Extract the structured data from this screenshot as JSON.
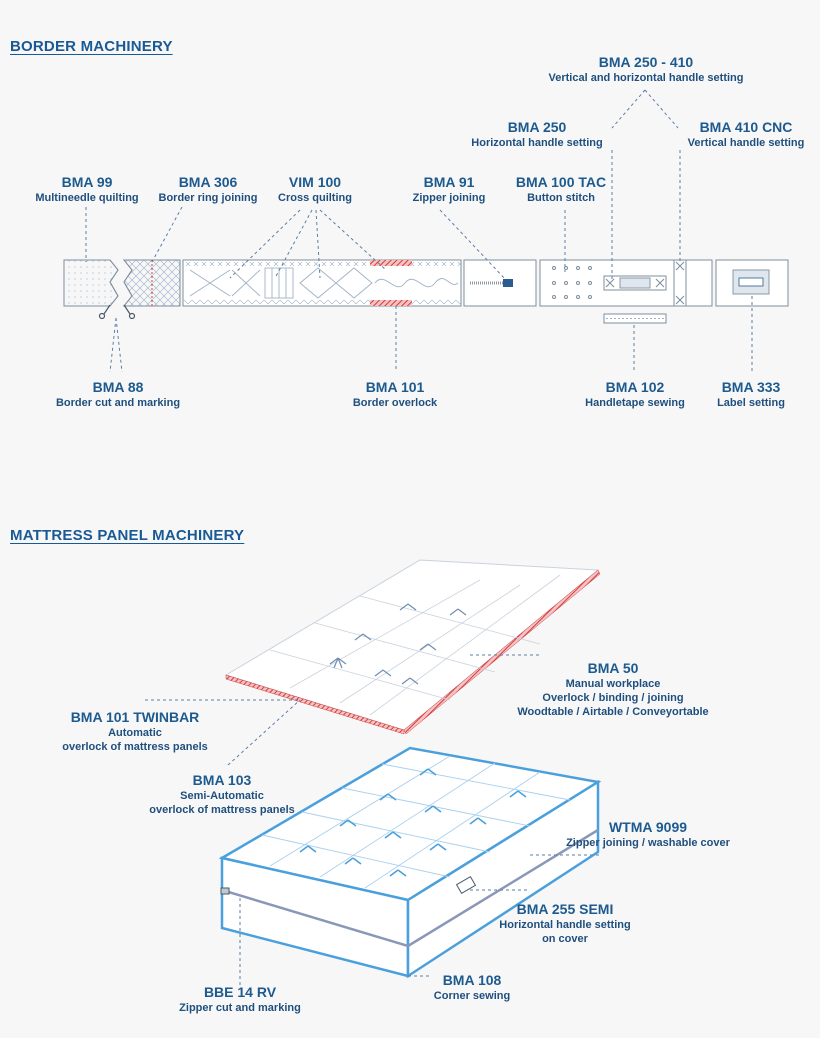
{
  "border_section": {
    "title": "BORDER MACHINERY",
    "labels": [
      {
        "code": "BMA 250 - 410",
        "desc": [
          "Vertical and horizontal handle setting"
        ]
      },
      {
        "code": "BMA 250",
        "desc": [
          "Horizontal handle setting"
        ]
      },
      {
        "code": "BMA 410 CNC",
        "desc": [
          "Vertical handle setting"
        ]
      },
      {
        "code": "BMA 99",
        "desc": [
          "Multineedle quilting"
        ]
      },
      {
        "code": "BMA 306",
        "desc": [
          "Border ring joining"
        ]
      },
      {
        "code": "VIM 100",
        "desc": [
          "Cross quilting"
        ]
      },
      {
        "code": "BMA 91",
        "desc": [
          "Zipper joining"
        ]
      },
      {
        "code": "BMA 100 TAC",
        "desc": [
          "Button stitch"
        ]
      },
      {
        "code": "BMA 88",
        "desc": [
          "Border cut and marking"
        ]
      },
      {
        "code": "BMA 101",
        "desc": [
          "Border overlock"
        ]
      },
      {
        "code": "BMA 102",
        "desc": [
          "Handletape sewing"
        ]
      },
      {
        "code": "BMA 333",
        "desc": [
          "Label setting"
        ]
      }
    ]
  },
  "panel_section": {
    "title": "MATTRESS PANEL MACHINERY",
    "labels": [
      {
        "code": "BMA 50",
        "desc": [
          "Manual workplace",
          "Overlock / binding / joining",
          "Woodtable / Airtable / Conveyortable"
        ]
      },
      {
        "code": "BMA 101 TWINBAR",
        "desc": [
          "Automatic",
          "overlock of mattress panels"
        ]
      },
      {
        "code": "BMA 103",
        "desc": [
          "Semi-Automatic",
          "overlock of mattress panels"
        ]
      },
      {
        "code": "WTMA 9099",
        "desc": [
          "Zipper joining / washable cover"
        ]
      },
      {
        "code": "BMA 255 SEMI",
        "desc": [
          "Horizontal handle setting",
          "on cover"
        ]
      },
      {
        "code": "BMA 108",
        "desc": [
          "Corner sewing"
        ]
      },
      {
        "code": "BBE 14 RV",
        "desc": [
          "Zipper cut and marking"
        ]
      }
    ]
  },
  "colors": {
    "accent": "#1a5a94",
    "overlock": "#d9393b",
    "mattress_blue": "#4aa0dc",
    "line": "#5a7fa6"
  }
}
